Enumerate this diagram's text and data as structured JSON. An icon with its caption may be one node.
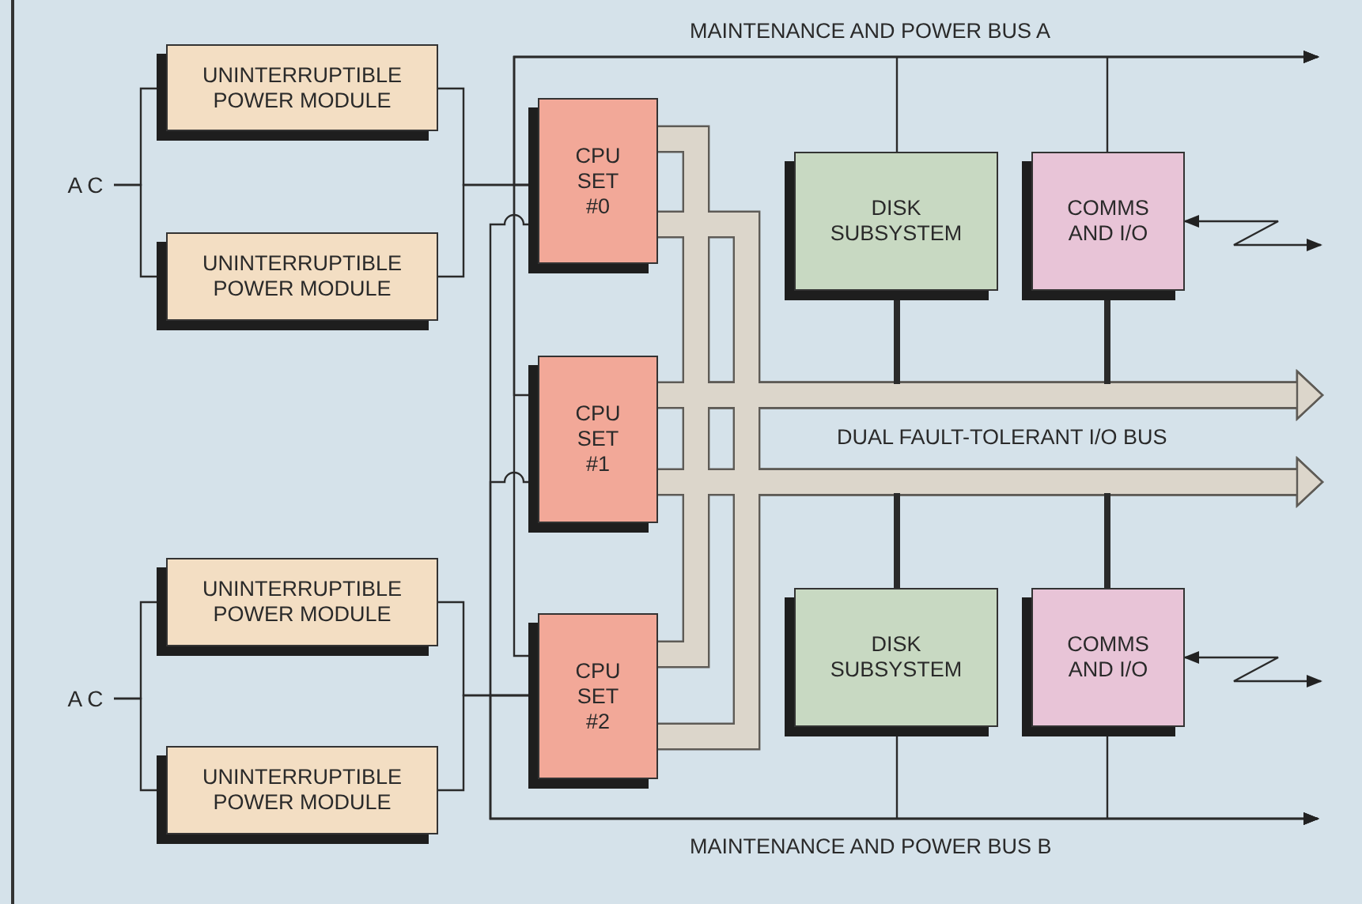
{
  "diagram": {
    "nodes": [
      {
        "text": [
          "A C"
        ]
      },
      {
        "text": [
          "UNINTERRUPTIBLE POWER MODULE"
        ]
      },
      {
        "text": [
          "UNINTERRUPTIBLE POWER MODULE"
        ]
      },
      {
        "text": [
          "CPU SET #0"
        ]
      },
      {
        "text": [
          "DISK SUBSYSTEM"
        ]
      },
      {
        "text": [
          "COMMS AND I/O"
        ]
      },
      {
        "text": [
          "CPU SET #1"
        ]
      },
      {
        "text": [
          "CPU SET #2"
        ]
      },
      {
        "text": [
          "UNINTERRUPTIBLE POWER MODULE"
        ]
      },
      {
        "text": [
          "A C"
        ]
      },
      {
        "text": [
          "UNINTERRUPTIBLE POWER MODULE"
        ]
      },
      {
        "text": [
          "DISK SUBSYSTEM"
        ]
      },
      {
        "text": [
          "COMMS AND I/O"
        ]
      }
    ],
    "edges": [
      {
        "from": 0,
        "to": 1,
        "arrow": "none"
      },
      {
        "from": 0,
        "to": 2,
        "arrow": "none"
      },
      {
        "from": 1,
        "to": 3,
        "arrow": "none"
      },
      {
        "from": 2,
        "to": 3,
        "arrow": "none"
      },
      {
        "from": 9,
        "to": 8,
        "arrow": "none"
      },
      {
        "from": 9,
        "to": 10,
        "arrow": "none"
      },
      {
        "from": 8,
        "to": 7,
        "arrow": "none"
      },
      {
        "from": 10,
        "to": 7,
        "arrow": "none"
      },
      {
        "from": 3,
        "to": null,
        "arrow": "to"
      },
      {
        "from": 6,
        "to": null,
        "arrow": "to"
      },
      {
        "from": 7,
        "to": null,
        "arrow": "to"
      },
      {
        "from": 3,
        "to": null,
        "arrow": "to"
      },
      {
        "from": 6,
        "to": null,
        "arrow": "to"
      },
      {
        "from": 7,
        "to": null,
        "arrow": "to"
      },
      {
        "from": 4,
        "to": null,
        "arrow": "none"
      },
      {
        "from": 5,
        "to": null,
        "arrow": "none"
      },
      {
        "from": 11,
        "to": null,
        "arrow": "none"
      },
      {
        "from": 12,
        "to": null,
        "arrow": "none"
      },
      {
        "from": 4,
        "to": null,
        "arrow": "none",
        "style": "thick"
      },
      {
        "from": 5,
        "to": null,
        "arrow": "none",
        "style": "thick"
      },
      {
        "from": 11,
        "to": null,
        "arrow": "none",
        "style": "thick"
      },
      {
        "from": 12,
        "to": null,
        "arrow": "none",
        "style": "thick"
      },
      {
        "from": 3,
        "to": null,
        "arrow": "to",
        "style": "thick",
        "color": "#dcd6cb"
      },
      {
        "from": 3,
        "to": null,
        "arrow": "to",
        "style": "thick",
        "color": "#dcd6cb"
      },
      {
        "from": 6,
        "to": null,
        "arrow": "to",
        "style": "thick",
        "color": "#dcd6cb"
      },
      {
        "from": 6,
        "to": null,
        "arrow": "to",
        "style": "thick",
        "color": "#dcd6cb"
      },
      {
        "from": 7,
        "to": null,
        "arrow": "to",
        "style": "thick",
        "color": "#dcd6cb"
      },
      {
        "from": 7,
        "to": null,
        "arrow": "to",
        "style": "thick",
        "color": "#dcd6cb"
      },
      {
        "from": null,
        "to": 5,
        "arrow": "both"
      },
      {
        "from": null,
        "to": 12,
        "arrow": "both"
      }
    ],
    "labels": [
      "MAINTENANCE AND POWER BUS A",
      "DUAL FAULT-TOLERANT I/O BUS",
      "MAINTENANCE AND POWER BUS B"
    ]
  }
}
